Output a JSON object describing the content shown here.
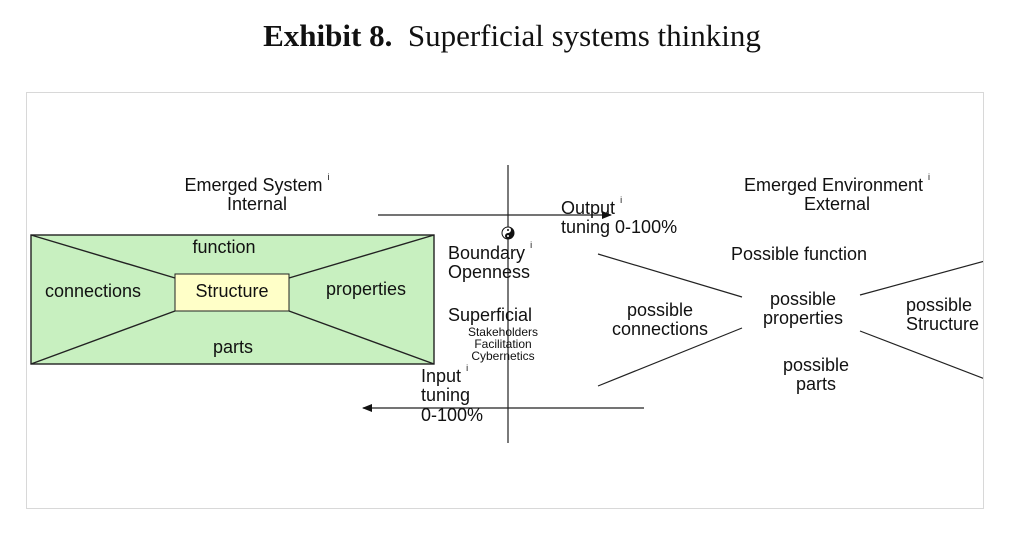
{
  "title": {
    "bold": "Exhibit 8.",
    "text": "Superficial systems thinking"
  },
  "diagram": {
    "system_title": "Emerged System",
    "system_sub": "Internal",
    "env_title": "Emerged Environment",
    "env_sub": "External",
    "marker": "i",
    "system_box": {
      "function": "function",
      "connections": "connections",
      "structure": "Structure",
      "properties": "properties",
      "parts": "parts",
      "fill": "#c8f0c0",
      "structure_fill": "#ffffc8"
    },
    "boundary": "Boundary",
    "openness": "Openness",
    "superficial": "Superficial",
    "sub_items": [
      "Stakeholders",
      "Facilitation",
      "Cybernetics"
    ],
    "output": "Output",
    "output_tuning": "tuning 0-100%",
    "input": "Input",
    "input_tuning_1": "tuning",
    "input_tuning_2": "0-100%",
    "env": {
      "function": "Possible function",
      "connections_1": "possible",
      "connections_2": "connections",
      "properties_1": "possible",
      "properties_2": "properties",
      "structure_1": "possible",
      "structure_2": "Structure",
      "parts_1": "possible",
      "parts_2": "parts"
    }
  }
}
